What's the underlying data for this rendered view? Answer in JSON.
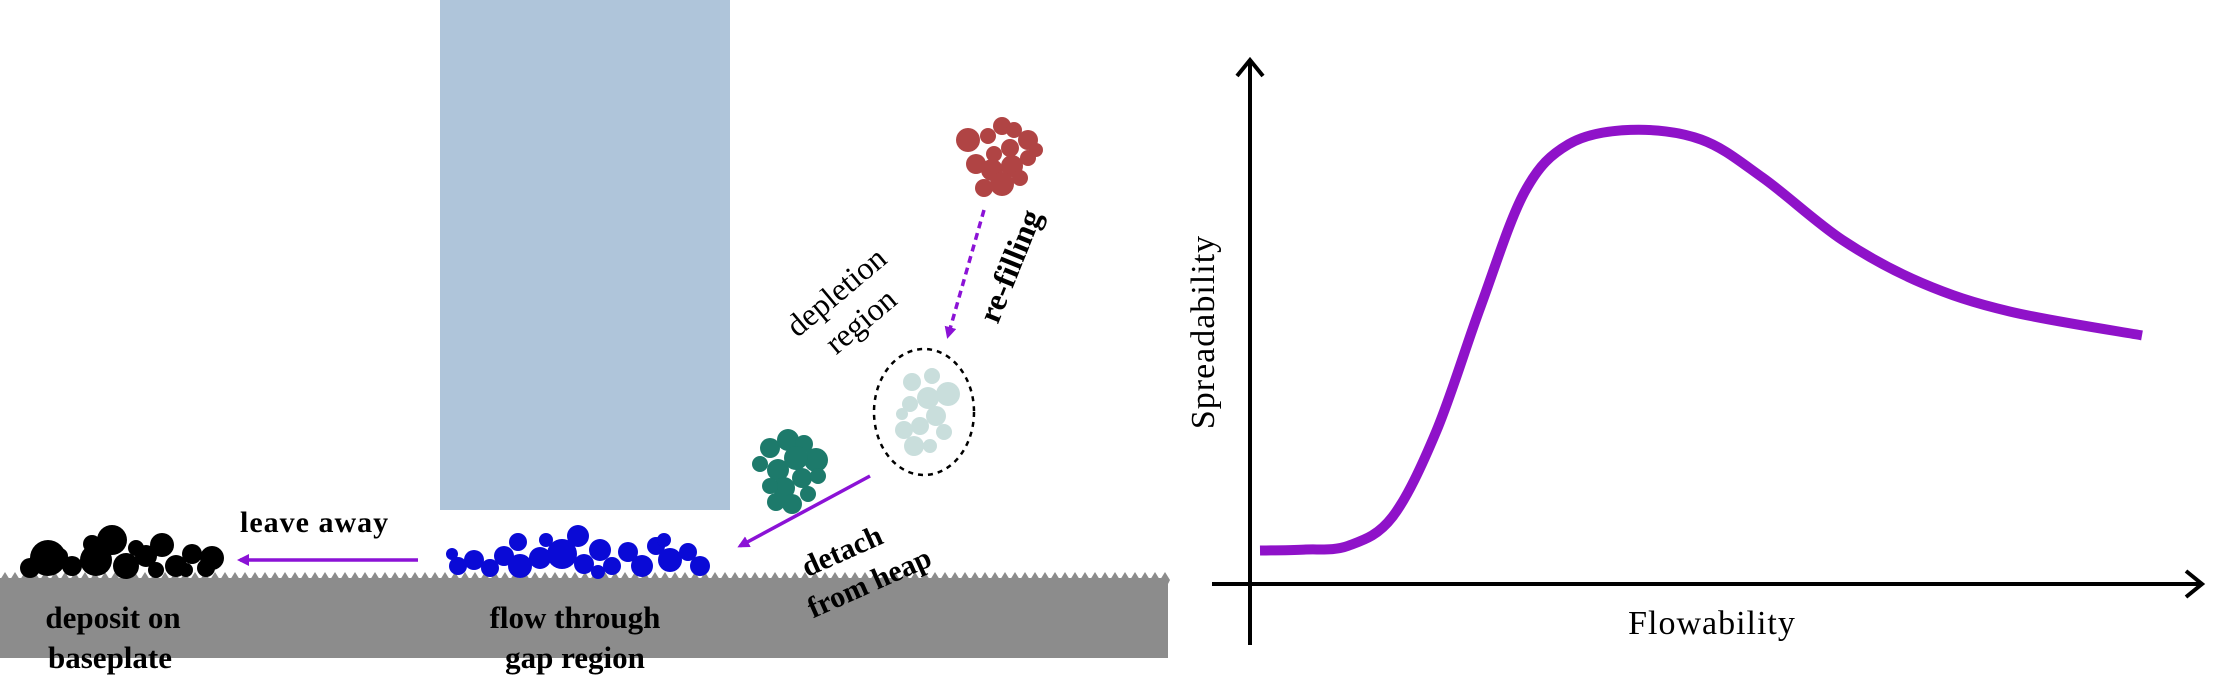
{
  "labels": {
    "leave_away": "leave away",
    "depletion_line1": "depletion",
    "depletion_line2": "region",
    "refilling": "re-filling",
    "detach_line1": "detach",
    "detach_line2": "from heap",
    "deposit_line1": "deposit on",
    "deposit_line2": "baseplate",
    "flow_line1": "flow through",
    "flow_line2": "gap region"
  },
  "colors": {
    "blade": "#afc5da",
    "baseplate": "#8c8c8c",
    "arrow": "#8b12d6",
    "curve": "#8f12c9",
    "deposited_particles": "#000000",
    "gap_particles": "#0a0ad6",
    "detached_particles": "#1d7a6b",
    "refill_particles": "#b04444",
    "depleted_particles": "#c9dedc"
  },
  "chart_data": {
    "type": "line",
    "title": "",
    "xlabel": "Flowability",
    "ylabel": "Spreadability",
    "grid": false,
    "ticks": false,
    "series": [
      {
        "values_normalized": [
          [
            0.0,
            0.07
          ],
          [
            0.05,
            0.072
          ],
          [
            0.1,
            0.08
          ],
          [
            0.15,
            0.14
          ],
          [
            0.2,
            0.32
          ],
          [
            0.25,
            0.58
          ],
          [
            0.3,
            0.82
          ],
          [
            0.35,
            0.92
          ],
          [
            0.42,
            0.95
          ],
          [
            0.5,
            0.93
          ],
          [
            0.57,
            0.85
          ],
          [
            0.66,
            0.72
          ],
          [
            0.75,
            0.63
          ],
          [
            0.85,
            0.57
          ],
          [
            1.0,
            0.52
          ]
        ]
      }
    ]
  }
}
